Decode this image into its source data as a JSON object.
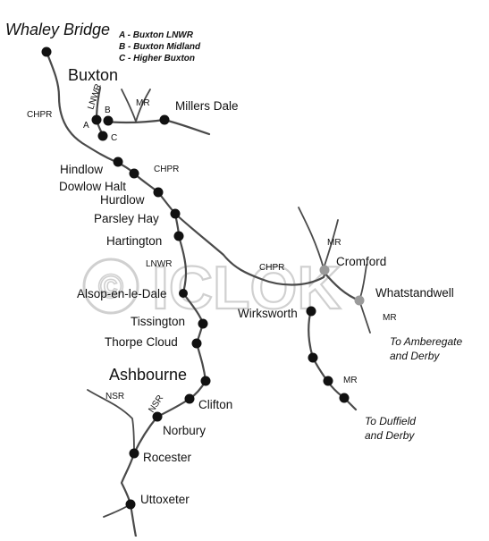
{
  "title": "Whaley Bridge",
  "legend": [
    "A - Buxton LNWR",
    "B - Buxton Midland",
    "C - Higher Buxton"
  ],
  "places": {
    "buxton": "Buxton",
    "millers_dale": "Millers Dale",
    "hindlow": "Hindlow",
    "dowlow_halt": "Dowlow Halt",
    "hurdlow": "Hurdlow",
    "parsley_hay": "Parsley Hay",
    "hartington": "Hartington",
    "alsop": "Alsop-en-le-Dale",
    "tissington": "Tissington",
    "thorpe_cloud": "Thorpe Cloud",
    "ashbourne": "Ashbourne",
    "clifton": "Clifton",
    "norbury": "Norbury",
    "rocester": "Rocester",
    "uttoxeter": "Uttoxeter",
    "cromford": "Cromford",
    "whatstandwell": "Whatstandwell",
    "wirksworth": "Wirksworth",
    "station_a": "A",
    "station_b": "B",
    "station_c": "C"
  },
  "railways": {
    "chpr_west": "CHPR",
    "chpr_mid": "CHPR",
    "chpr_east": "CHPR",
    "lnwr_north": "LNWR",
    "lnwr_south": "LNWR",
    "mr_buxton": "MR",
    "mr_cromford": "MR",
    "mr_whatstandwell": "MR",
    "mr_wirksworth": "MR",
    "nsr_west": "NSR",
    "nsr_main": "NSR"
  },
  "destinations": {
    "amberegate_1": "To Amberegate",
    "amberegate_2": "and Derby",
    "duffield_1": "To Duffield",
    "duffield_2": "and Derby"
  },
  "watermark": {
    "symbol": "©",
    "text": "ICLOK"
  }
}
